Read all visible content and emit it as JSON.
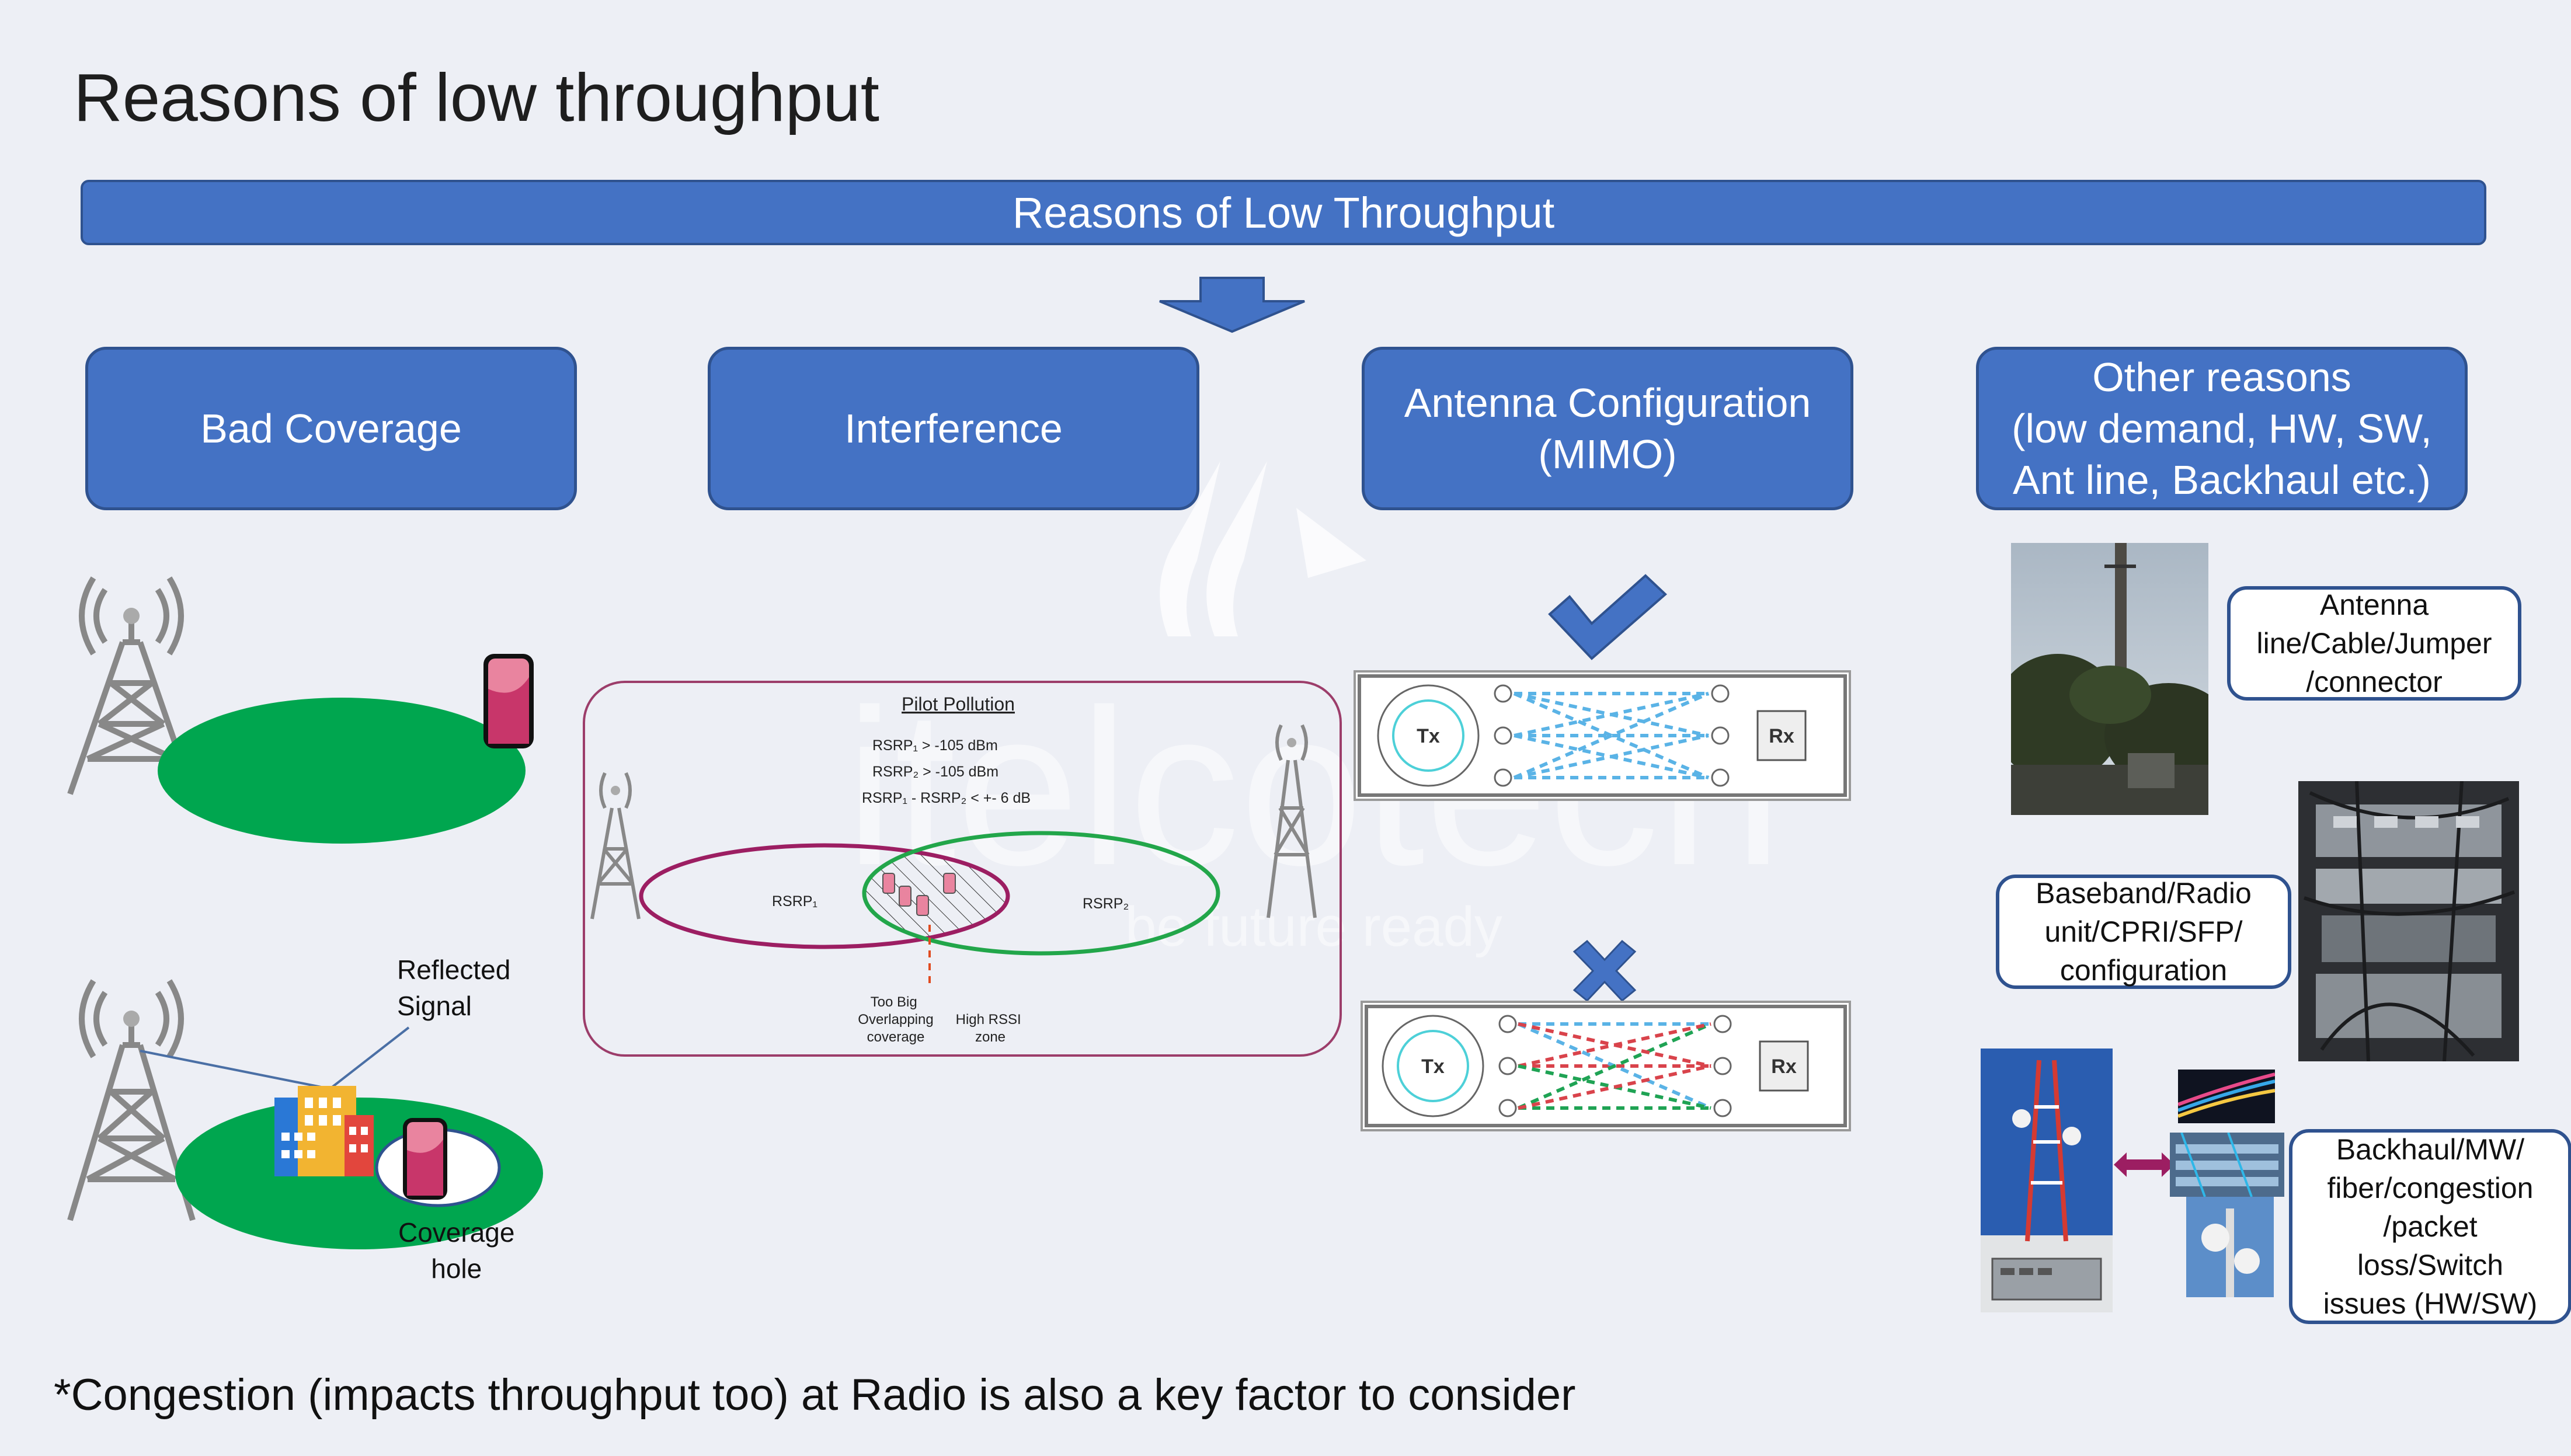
{
  "slide_title": "Reasons of low throughput",
  "banner": "Reasons of Low Throughput",
  "categories": [
    {
      "label": "Bad Coverage"
    },
    {
      "label": "Interference"
    },
    {
      "label": "Antenna Configuration\n(MIMO)"
    },
    {
      "label": "Other reasons\n(low demand, HW, SW,\nAnt line, Backhaul etc.)"
    }
  ],
  "coverage": {
    "reflected_signal": "Reflected\nSignal",
    "coverage_hole": "Coverage\nhole"
  },
  "interference": {
    "title": "Pilot Pollution",
    "conditions": [
      "RSRP₁ > -105 dBm",
      "RSRP₂ > -105 dBm",
      "RSRP₁ - RSRP₂ < +- 6 dB"
    ],
    "rsrp1": "RSRP₁",
    "rsrp2": "RSRP₂",
    "overlap_label": "Too Big\nOverlapping\ncoverage",
    "rssi_label": "High RSSI\nzone"
  },
  "mimo": {
    "tx": "Tx",
    "rx": "Rx"
  },
  "other": {
    "antenna_line": "Antenna\nline/Cable/Jumper\n/connector",
    "baseband": "Baseband/Radio\nunit/CPRI/SFP/\nconfiguration",
    "backhaul": "Backhaul/MW/\nfiber/congestion\n/packet\nloss/Switch\nissues (HW/SW)"
  },
  "watermark": {
    "brand": "itelcotech",
    "tagline": "be future ready"
  },
  "footnote": "*Congestion (impacts throughput too) at Radio is also a key factor to consider",
  "colors": {
    "accent": "#4472c4",
    "accent_border": "#2f528f",
    "coverage_green": "#0aa64a",
    "pollution_purple": "#9c1e62",
    "pollution_green": "#22a64a"
  }
}
